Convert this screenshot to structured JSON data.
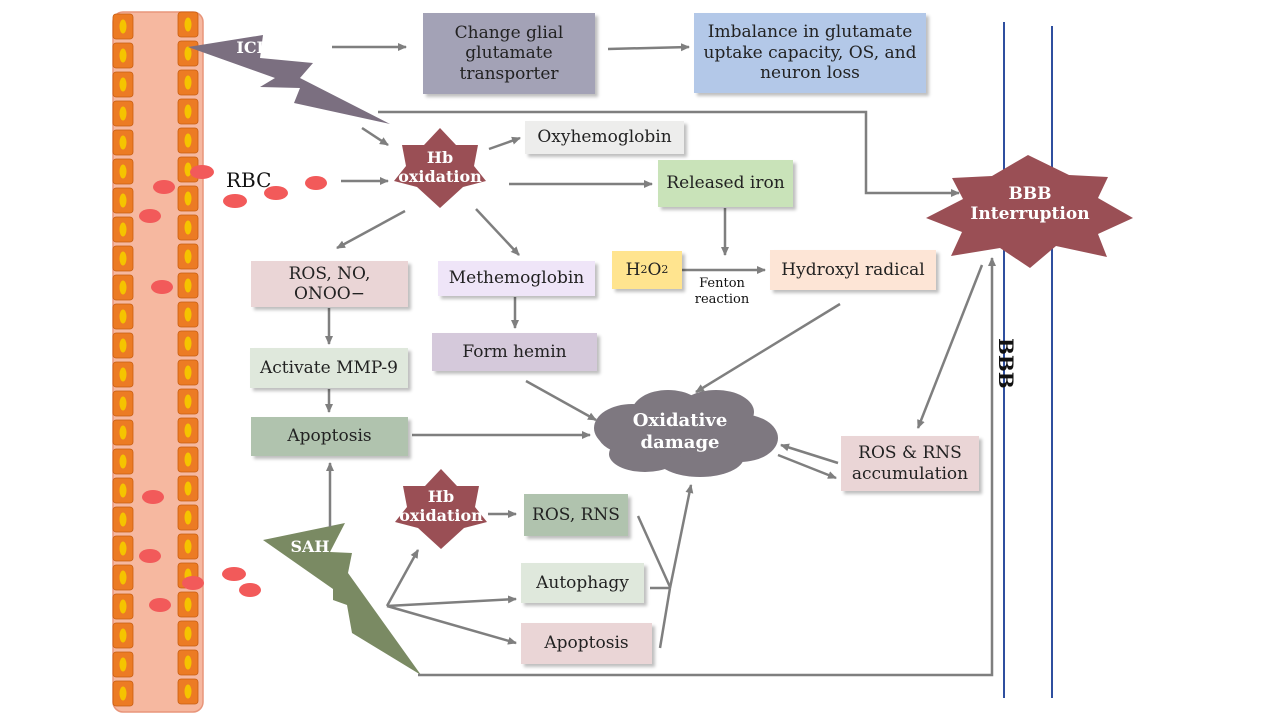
{
  "labels": {
    "ich": "ICH",
    "sah": "SAH",
    "rbc": "RBC",
    "bbb": "BBB",
    "bbb_interruption": "BBB Interruption",
    "hb_oxidation_top": "Hb oxidation",
    "hb_oxidation_bottom": "Hb oxidation",
    "oxidative_damage": "Oxidative damage",
    "fenton_reaction": "Fenton reaction"
  },
  "boxes": {
    "glial": "Change glial glutamate transporter",
    "imbalance": "Imbalance in glutamate uptake capacity, OS, and neuron loss",
    "oxyhemoglobin": "Oxyhemoglobin",
    "released_iron": "Released iron",
    "h2o2_main": "H",
    "h2o2_sub1": "2",
    "h2o2_o": "O",
    "h2o2_sub2": "2",
    "hydroxyl": "Hydroxyl radical",
    "ros_no": "ROS, NO, ONOO−",
    "methemoglobin": "Methemoglobin",
    "form_hemin": "Form hemin",
    "activate_mmp9": "Activate MMP-9",
    "apoptosis_top": "Apoptosis",
    "ros_rns_acc": "ROS & RNS accumulation",
    "ros_rns": "ROS, RNS",
    "autophagy": "Autophagy",
    "apoptosis_bottom": "Apoptosis"
  },
  "colors": {
    "vessel": "#f6b8a0",
    "vessel_edge": "#e8957a",
    "cell": "#ec7b24",
    "nucleus": "#f5c400",
    "rbc": "#f25a5a",
    "bolt_ich": "#7b6f80",
    "bolt_sah": "#7a8a63",
    "star": "#9a4f55",
    "cloud": "#7e7880",
    "arrow": "#7f7f7f",
    "bbb_line": "#2f4f9f",
    "glial": "#a3a2b6",
    "imbalance": "#b3c8e8",
    "neutral": "#ededec",
    "green": "#c9e3b9",
    "yellow": "#ffe48f",
    "peach": "#fde5d6",
    "pink": "#ead5d6",
    "lavender": "#efe5f8",
    "mauve": "#d5c9db",
    "gray_green": "#dfe8dc",
    "sage": "#b0c3ae"
  }
}
